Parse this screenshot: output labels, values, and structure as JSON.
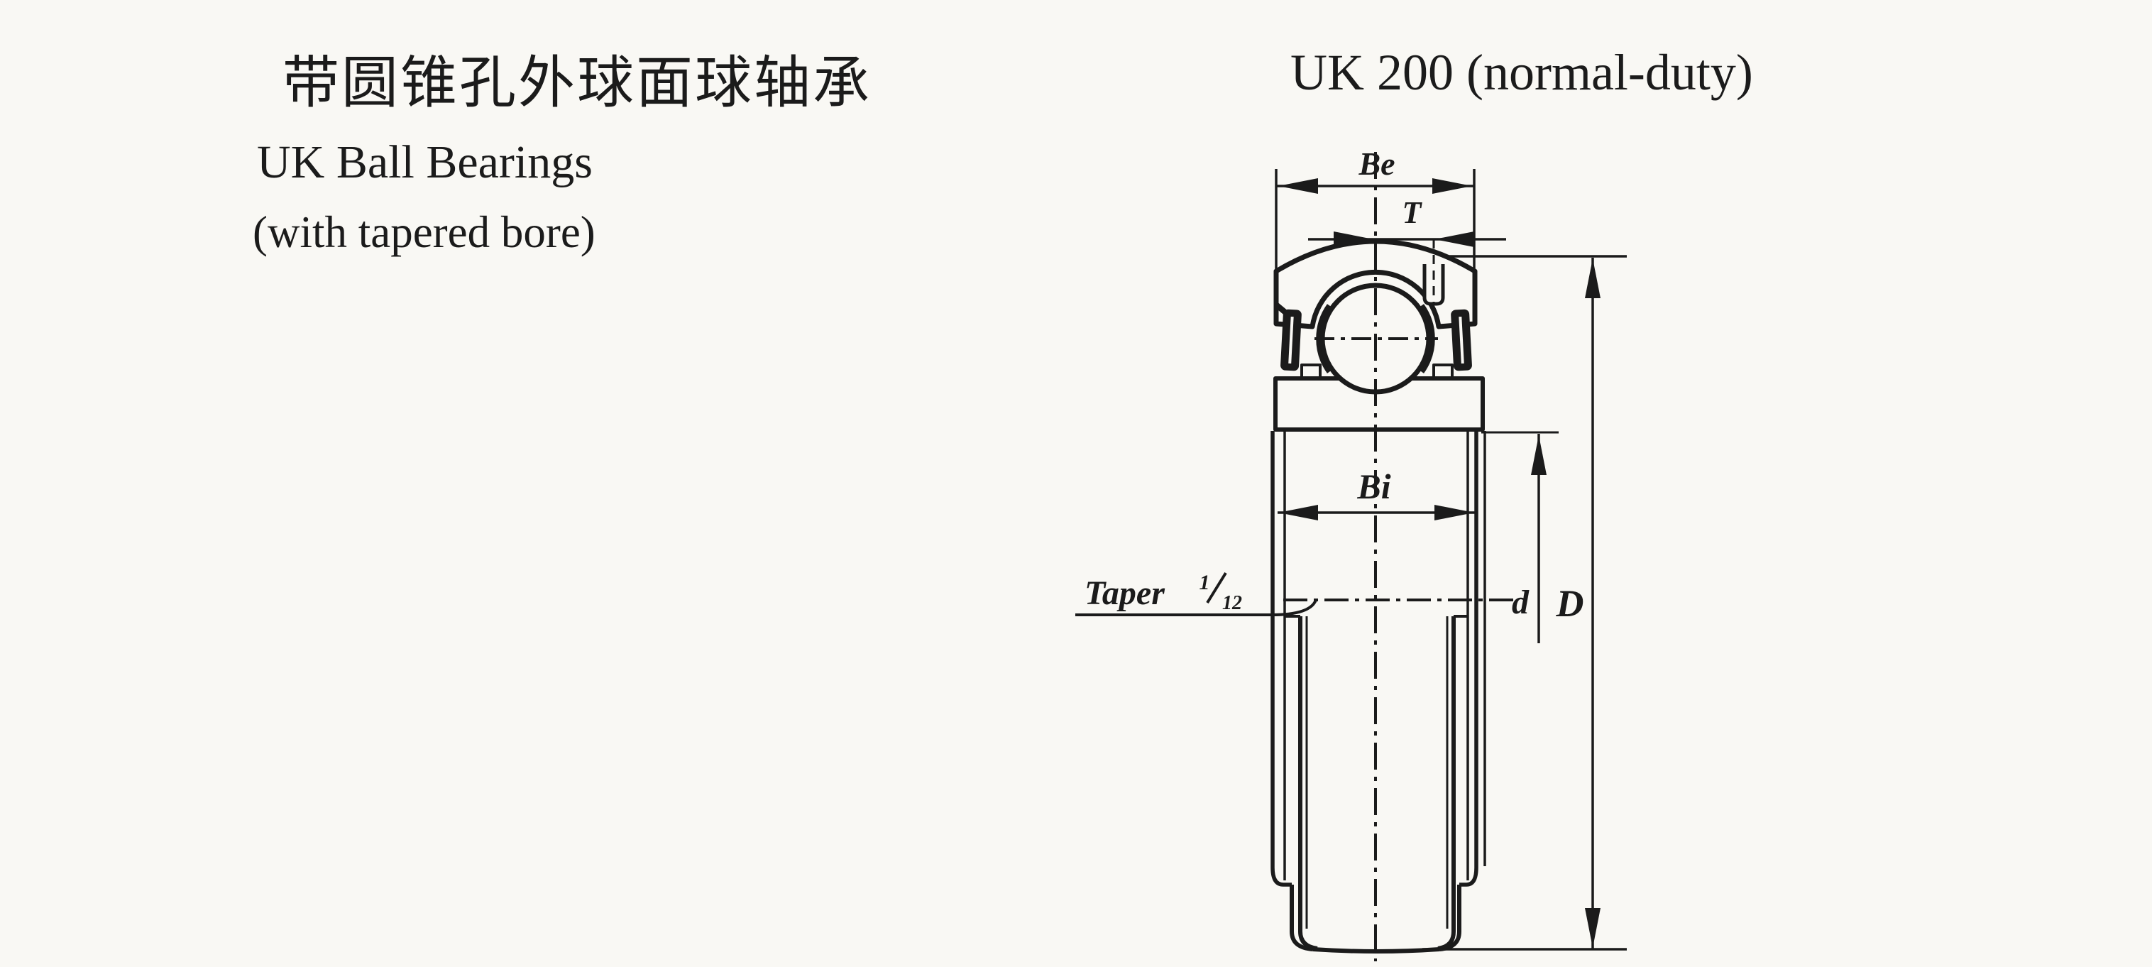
{
  "page": {
    "paper_color": "#f9f8f4",
    "ink_color": "#1b1b1b"
  },
  "header": {
    "title_cn": "带圆锥孔外球面球轴承",
    "title_en_line1": "UK Ball Bearings",
    "title_en_line2": "(with tapered bore)"
  },
  "series_heading": "UK 200 (normal-duty)",
  "diagram": {
    "dims": {
      "outer_ring_width": "Be",
      "offset_width": "T",
      "inner_ring_width": "Bi",
      "bore_diameter": "d",
      "outer_diameter": "D",
      "taper_word": "Taper",
      "taper_num": "1",
      "taper_den": "12"
    }
  }
}
